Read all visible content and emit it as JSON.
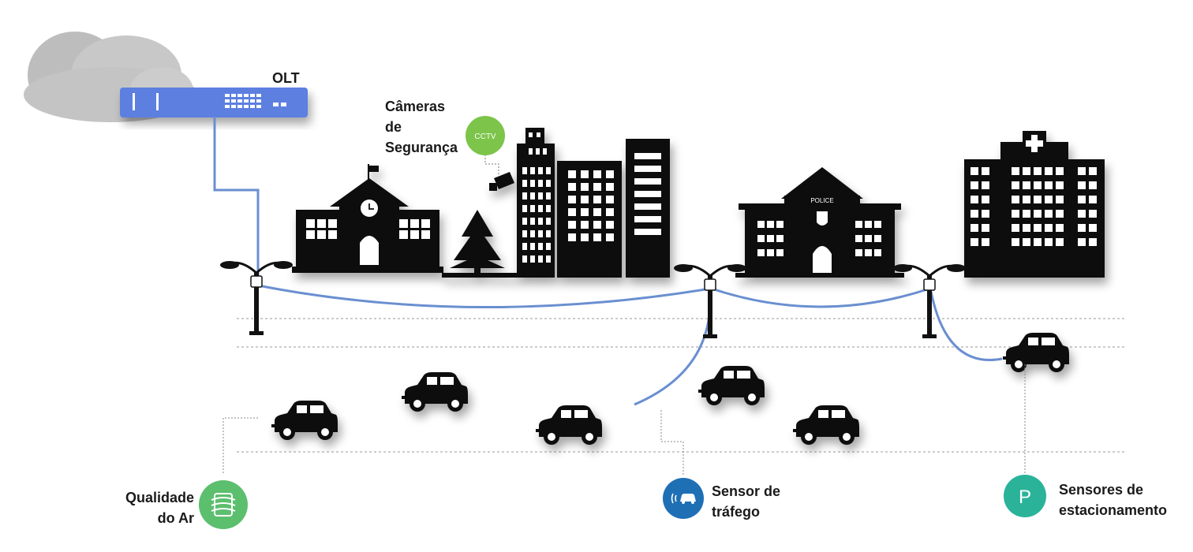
{
  "network": {
    "olt_label": "OLT"
  },
  "labels": {
    "cameras": "Câmeras\nde\nSegurança",
    "air_quality": "Qualidade\ndo Ar",
    "traffic": "Sensor de\ntráfego",
    "parking": "Sensores de\nestacionamento"
  },
  "badges": {
    "cctv_text": "CCTV",
    "police_text": "POLICE",
    "parking_letter": "P"
  },
  "icons": {
    "cloud": "cloud-icon",
    "olt": "olt-device-icon",
    "camera": "security-camera-icon",
    "cctv": "cctv-badge-icon",
    "air": "air-quality-icon",
    "traffic": "traffic-sensor-icon",
    "parking": "parking-icon",
    "hospital": "hospital-cross-icon"
  },
  "colors": {
    "fiber": "#6a8fd0",
    "olt": "#5b7fe0",
    "cctv_badge": "#7cc44a",
    "air_badge": "#5cbf6e",
    "traffic_badge": "#1f6fb5",
    "parking_badge": "#2bb39a",
    "cloud": "#c8c8c8",
    "building": "#111111"
  }
}
